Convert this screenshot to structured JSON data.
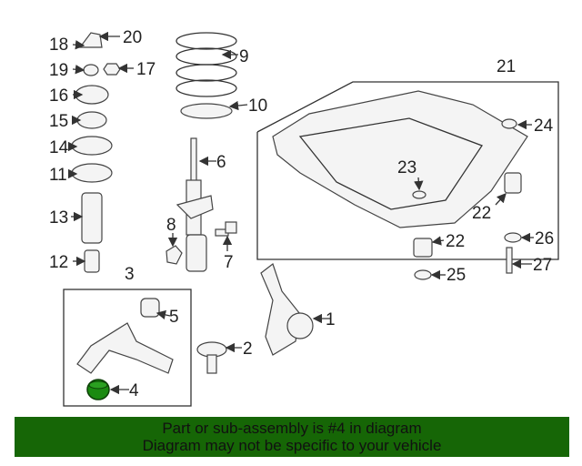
{
  "diagram": {
    "callouts": [
      "1",
      "2",
      "3",
      "4",
      "5",
      "6",
      "7",
      "8",
      "9",
      "10",
      "11",
      "12",
      "13",
      "14",
      "15",
      "16",
      "17",
      "18",
      "19",
      "20",
      "21",
      "22",
      "22",
      "23",
      "24",
      "25",
      "26",
      "27"
    ],
    "highlighted_part": "4",
    "highlight_color": "#1a8a10"
  },
  "banner": {
    "line1": "Part or sub-assembly is #4 in diagram",
    "line2": "Diagram may not be specific to your vehicle",
    "color": "#166606"
  }
}
